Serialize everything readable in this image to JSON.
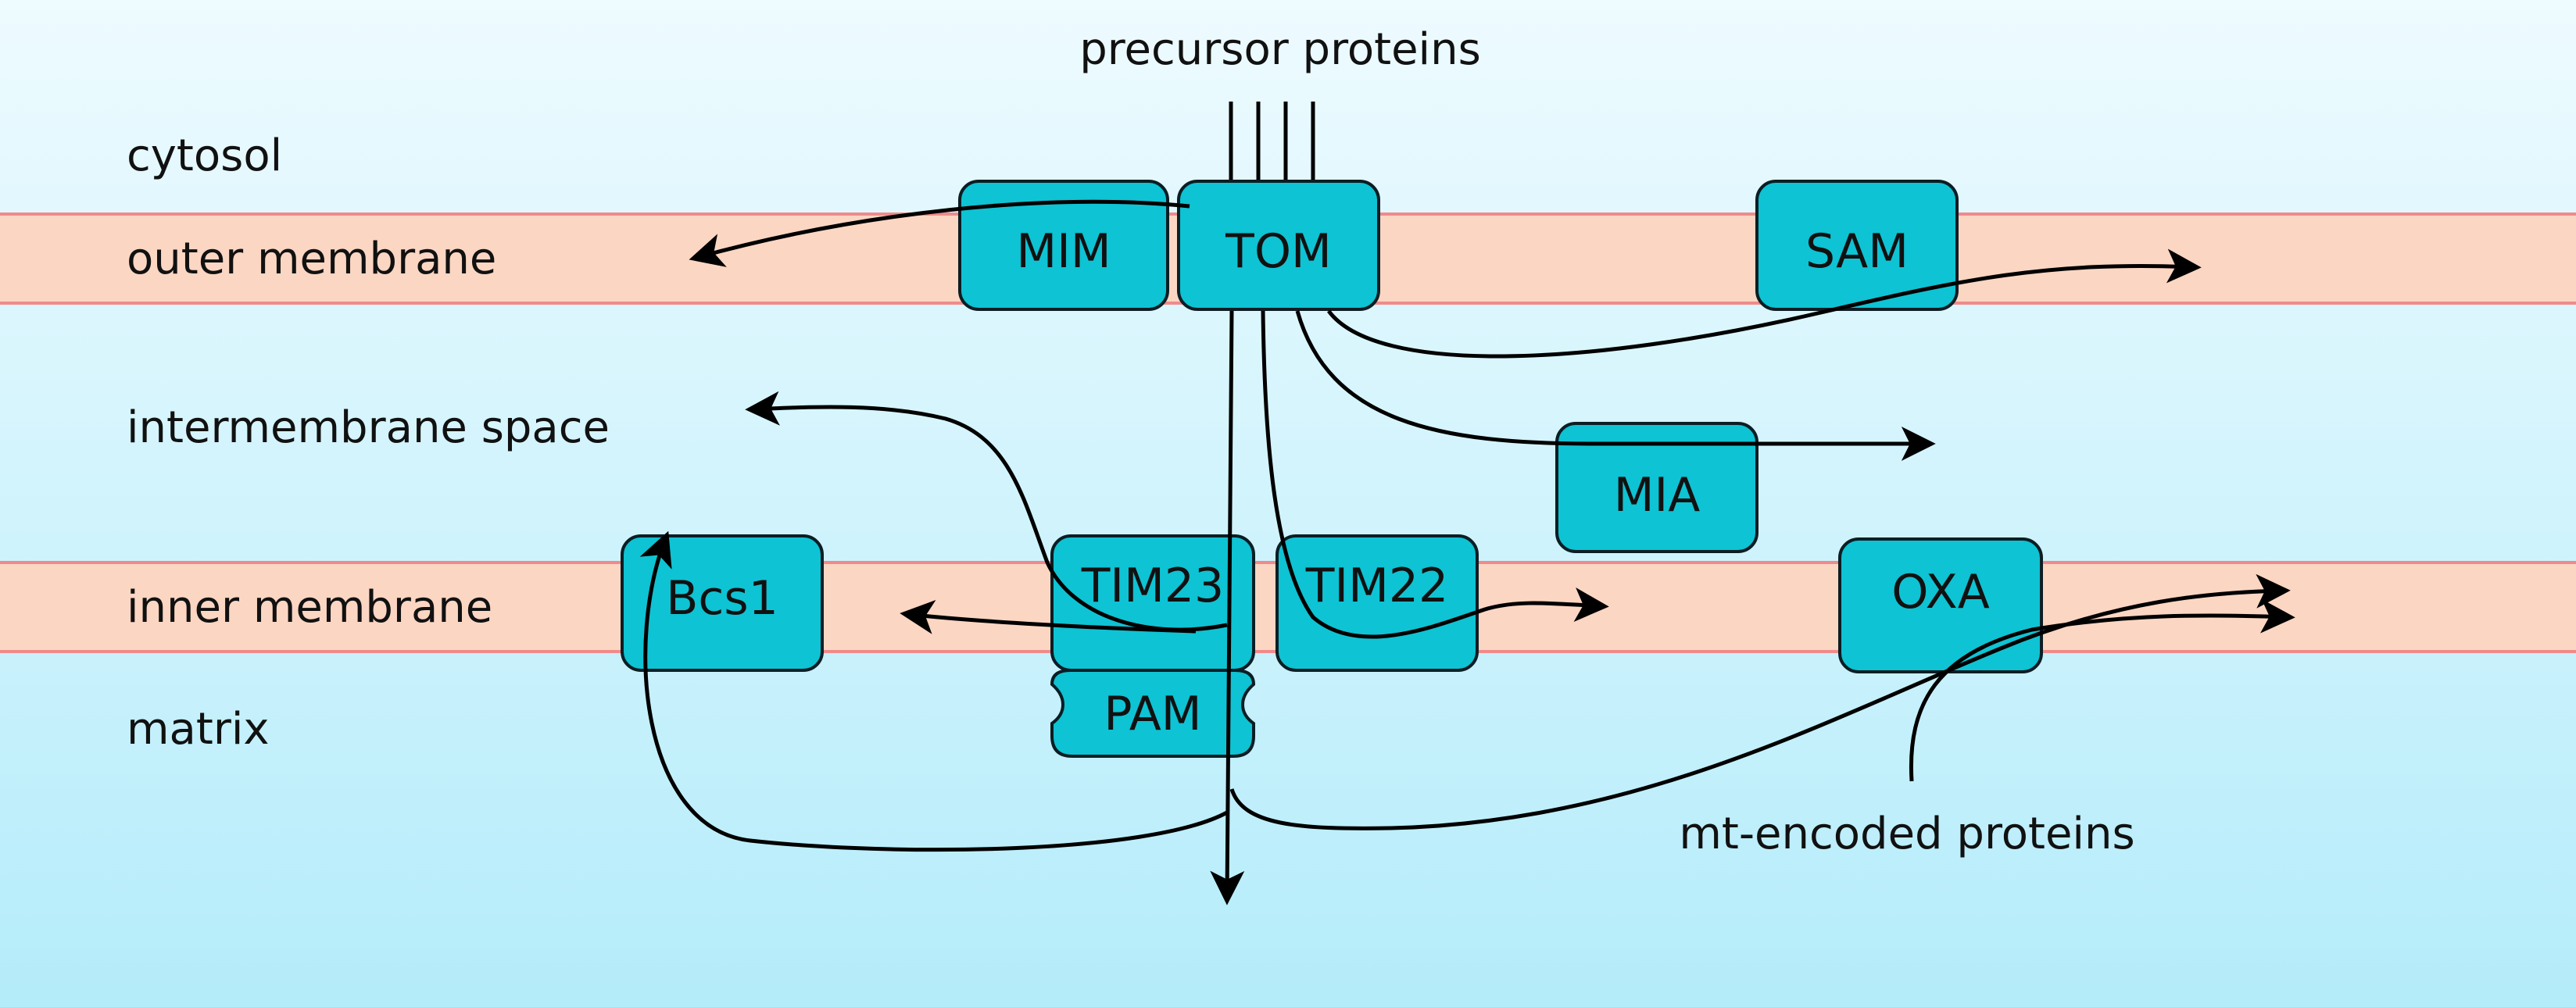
{
  "title": "precursor proteins",
  "compartments": {
    "cytosol": "cytosol",
    "outer_membrane": "outer membrane",
    "intermembrane_space": "intermembrane space",
    "inner_membrane": "inner membrane",
    "matrix": "matrix"
  },
  "complexes": {
    "mim": "MIM",
    "tom": "TOM",
    "sam": "SAM",
    "mia": "MIA",
    "bcs1": "Bcs1",
    "tim23": "TIM23",
    "tim22": "TIM22",
    "oxa": "OXA",
    "pam": "PAM"
  },
  "mt_proteins_label": "mt-encoded proteins",
  "colors": {
    "complex": "#0ec3d3",
    "membrane": "#fbd6c3",
    "membrane_edge": "#f08a8a",
    "background_top": "#eefbff",
    "background_bottom": "#b4ecfa"
  }
}
